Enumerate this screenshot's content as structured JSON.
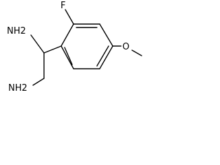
{
  "molecule": {
    "atoms": {
      "fluorine": "F",
      "oxygen": "O",
      "amine_top": "NH2",
      "amine_bottom": "NH2"
    }
  },
  "colors": {
    "bond": "#000000",
    "background": "#ffffff"
  }
}
